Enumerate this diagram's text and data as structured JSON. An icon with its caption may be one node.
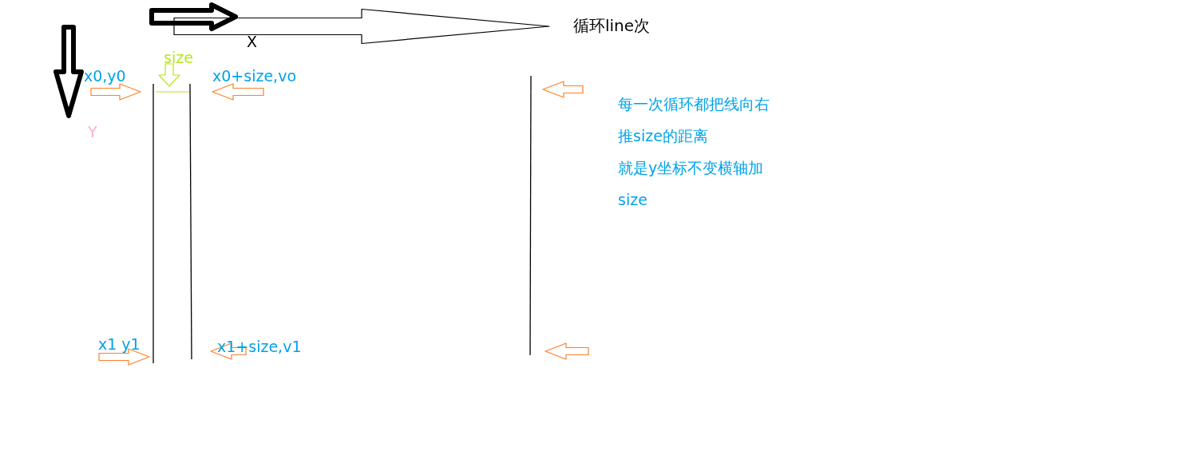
{
  "diagram": {
    "labels": [
      "循环line次",
      "X",
      "size",
      "x0,y0",
      "x0+size,vo",
      "Y",
      "每一次循环都把线向右",
      "推size的距离",
      "就是y坐标不变横轴加",
      "size",
      "x1 y1",
      "x1+size,v1"
    ]
  }
}
